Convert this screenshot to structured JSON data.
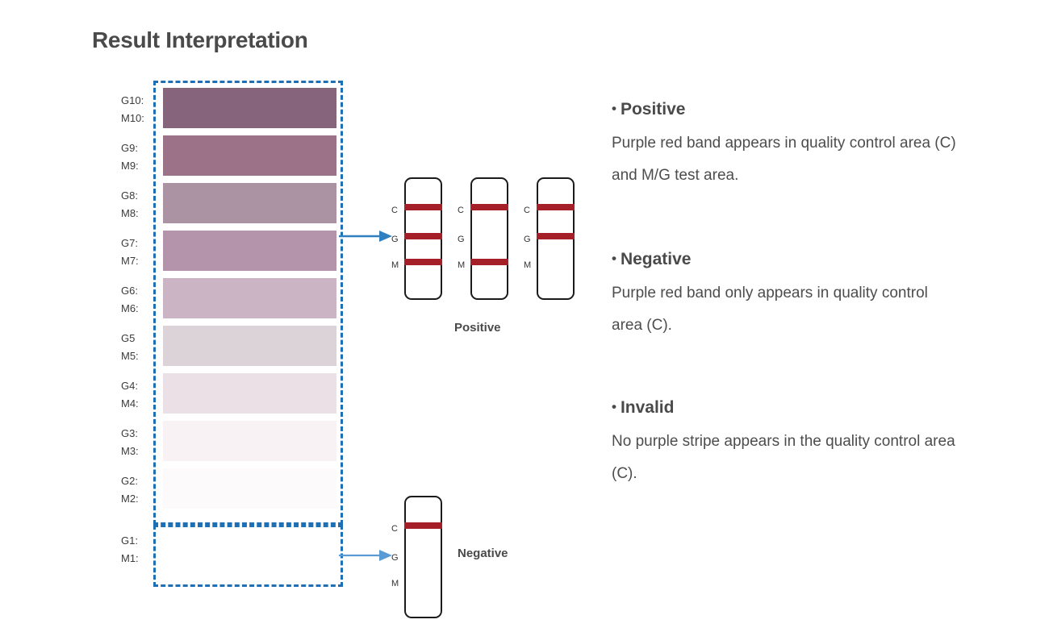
{
  "page": {
    "title": "Result Interpretation",
    "background": "#ffffff",
    "title_color": "#4a4a4a"
  },
  "scale": {
    "dashed_border_color": "#1f6fb5",
    "rows": [
      {
        "g_label": "G10:",
        "m_label": "M10:",
        "color": "#86647c"
      },
      {
        "g_label": "G9:",
        "m_label": "M9:",
        "color": "#9c7289"
      },
      {
        "g_label": "G8:",
        "m_label": "M8:",
        "color": "#ab93a3"
      },
      {
        "g_label": "G7:",
        "m_label": "M7:",
        "color": "#b494ab"
      },
      {
        "g_label": "G6:",
        "m_label": "M6:",
        "color": "#cbb5c4"
      },
      {
        "g_label": "G5",
        "m_label": "M5:",
        "color": "#dcd3d8"
      },
      {
        "g_label": "G4:",
        "m_label": "M4:",
        "color": "#eae0e5"
      },
      {
        "g_label": "G3:",
        "m_label": "M3:",
        "color": "#f9f2f5"
      },
      {
        "g_label": "G2:",
        "m_label": "M2:",
        "color": "#fdfafb"
      },
      {
        "g_label": "G1:",
        "m_label": "M1:",
        "color": "#ffffff"
      }
    ]
  },
  "strips": {
    "band_color": "#a41f28",
    "outline_color": "#1b1b1b",
    "zone_labels": [
      "C",
      "G",
      "M"
    ],
    "positive": {
      "caption": "Positive",
      "units": [
        {
          "bands": [
            "C",
            "G",
            "M"
          ]
        },
        {
          "bands": [
            "C",
            "M"
          ]
        },
        {
          "bands": [
            "C",
            "G"
          ]
        }
      ]
    },
    "negative": {
      "caption": "Negative",
      "units": [
        {
          "bands": [
            "C"
          ]
        }
      ]
    }
  },
  "arrows": {
    "color_primary": "#2f7fc1",
    "color_secondary": "#5b9bd5"
  },
  "legend": {
    "blocks": [
      {
        "bullet": "•",
        "heading": "Positive",
        "body": "Purple red band appears in quality control area (C) and M/G test area."
      },
      {
        "bullet": "•",
        "heading": "Negative",
        "body": "Purple red band only appears in quality control area (C)."
      },
      {
        "bullet": "•",
        "heading": "Invalid",
        "body": "No purple stripe appears in the quality control area (C)."
      }
    ]
  }
}
